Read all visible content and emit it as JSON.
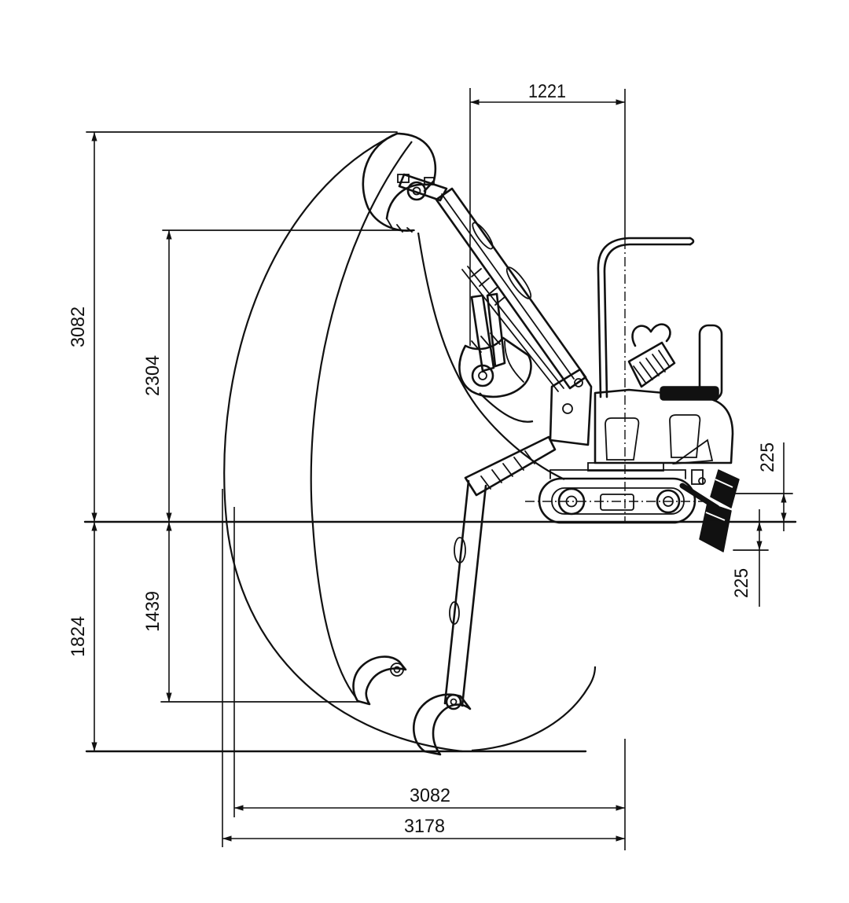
{
  "diagram": {
    "title": "mini-excavator-working-range-drawing",
    "background": "#ffffff",
    "line_color": "#111111",
    "dimensions": {
      "top_width": "1221",
      "max_cutting_height": "3082",
      "max_dumping_height": "2304",
      "max_digging_depth": "1824",
      "vertical_digging_depth": "1439",
      "blade_lift_height": "225",
      "blade_drop_depth": "225",
      "digging_reach_at_ground": "3082",
      "max_digging_reach": "3178"
    }
  }
}
